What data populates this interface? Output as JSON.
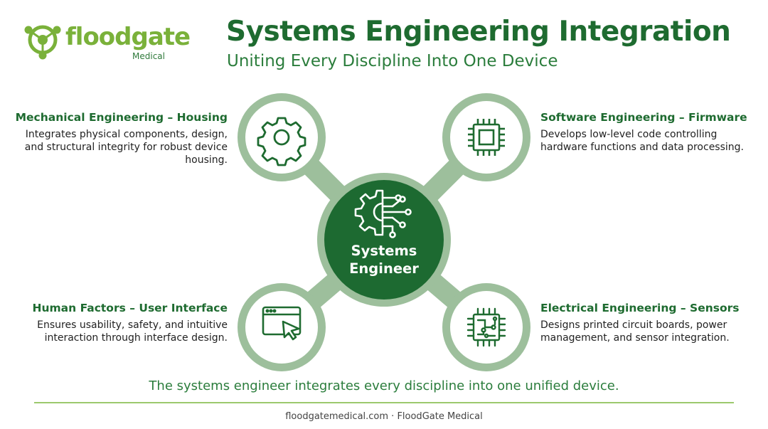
{
  "logo": {
    "name": "floodgate",
    "sub": "Medical"
  },
  "header": {
    "title": "Systems Engineering Integration",
    "subtitle": "Uniting Every Discipline Into One Device"
  },
  "center": {
    "line1": "Systems",
    "line2": "Engineer"
  },
  "disciplines": [
    {
      "title": "Mechanical Engineering – Housing",
      "desc": "Integrates physical components, design, and structural integrity for robust device housing.",
      "icon": "gear-icon"
    },
    {
      "title": "Software Engineering – Firmware",
      "desc": "Develops low-level code controlling hardware functions and data processing.",
      "icon": "chip-icon"
    },
    {
      "title": "Human Factors – User Interface",
      "desc": "Ensures usability, safety, and intuitive interaction through interface design.",
      "icon": "browser-cursor-icon"
    },
    {
      "title": "Electrical Engineering – Sensors",
      "desc": "Designs printed circuit boards, power management, and sensor integration.",
      "icon": "circuit-board-icon"
    }
  ],
  "summary": "The systems engineer integrates every discipline into one unified device.",
  "footer": "floodgatemedical.com · FloodGate Medical",
  "colors": {
    "dark_green": "#1e6b30",
    "mid_green": "#2b7d3c",
    "ring_green": "#9dbf9c",
    "logo_green": "#7ab13a",
    "center_fill": "#1d6a31"
  }
}
